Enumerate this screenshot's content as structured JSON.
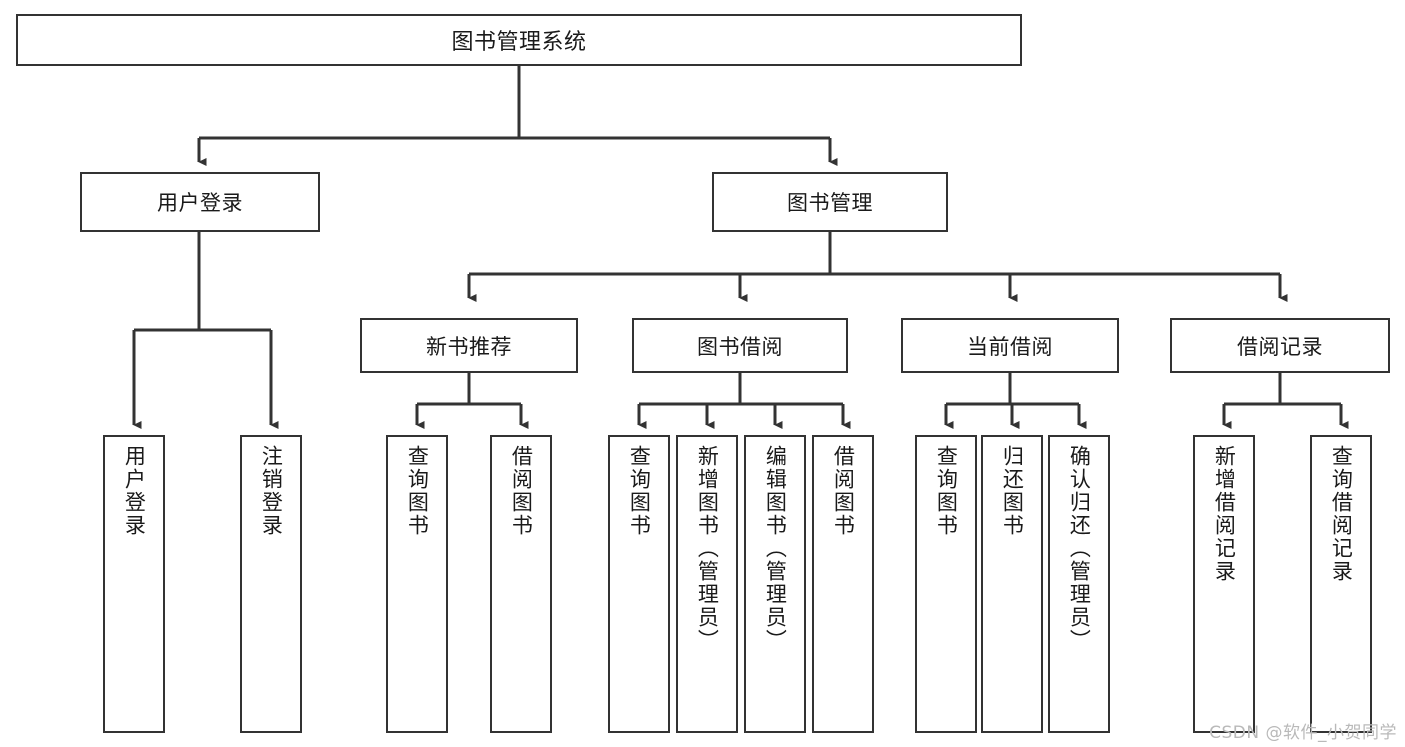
{
  "diagram": {
    "title": "图书管理系统",
    "type": "tree",
    "colors": {
      "background": "#ffffff",
      "stroke": "#333333",
      "text": "#1a1a1a",
      "watermark": "#b9b9b9"
    },
    "watermark": "CSDN @软件_小贺同学",
    "root": {
      "label": "图书管理系统"
    },
    "level1": [
      {
        "label": "用户登录"
      },
      {
        "label": "图书管理"
      }
    ],
    "level2": [
      {
        "label": "新书推荐"
      },
      {
        "label": "图书借阅"
      },
      {
        "label": "当前借阅"
      },
      {
        "label": "借阅记录"
      }
    ],
    "leaves": {
      "user_login": [
        {
          "label": "用户登录"
        },
        {
          "label": "注销登录"
        }
      ],
      "new_book_recommend": [
        {
          "label": "查询图书"
        },
        {
          "label": "借阅图书"
        }
      ],
      "book_borrow": [
        {
          "label": "查询图书"
        },
        {
          "label": "新增图书（管理员）"
        },
        {
          "label": "编辑图书（管理员）"
        },
        {
          "label": "借阅图书"
        }
      ],
      "current_borrow": [
        {
          "label": "查询图书"
        },
        {
          "label": "归还图书"
        },
        {
          "label": "确认归还（管理员）"
        }
      ],
      "borrow_record": [
        {
          "label": "新增借阅记录"
        },
        {
          "label": "查询借阅记录"
        }
      ]
    }
  }
}
